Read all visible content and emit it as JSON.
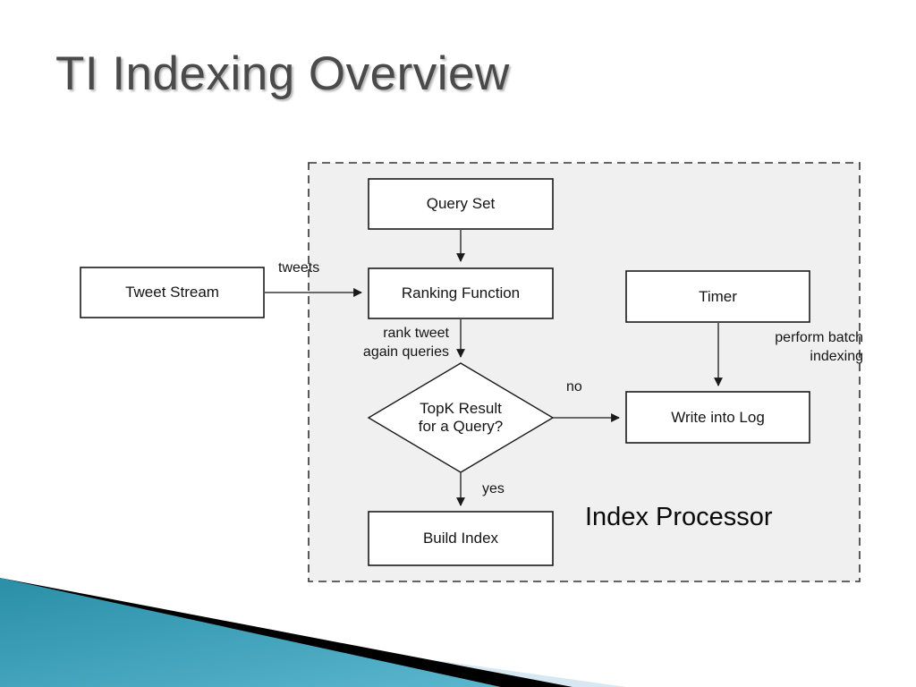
{
  "slide": {
    "title": "TI Indexing Overview",
    "title_color": "#4a4a4a",
    "background_color": "#ffffff"
  },
  "diagram": {
    "group": {
      "caption": "Index Processor",
      "fill_color": "#f0f0f0",
      "border_style": "dashed"
    },
    "nodes": [
      {
        "id": "tweet-stream",
        "label": "Tweet Stream",
        "shape": "rect"
      },
      {
        "id": "query-set",
        "label": "Query Set",
        "shape": "rect"
      },
      {
        "id": "ranking-function",
        "label": "Ranking Function",
        "shape": "rect"
      },
      {
        "id": "topk-decision",
        "label": "TopK Result\nfor a Query?",
        "shape": "diamond"
      },
      {
        "id": "build-index",
        "label": "Build Index",
        "shape": "rect"
      },
      {
        "id": "timer",
        "label": "Timer",
        "shape": "rect"
      },
      {
        "id": "write-into-log",
        "label": "Write into Log",
        "shape": "rect"
      }
    ],
    "edges": [
      {
        "id": "tweets",
        "from": "tweet-stream",
        "to": "ranking-function",
        "label": "tweets"
      },
      {
        "id": "queryset-rank",
        "from": "query-set",
        "to": "ranking-function",
        "label": ""
      },
      {
        "id": "rank-topk",
        "from": "ranking-function",
        "to": "topk-decision",
        "label": "rank tweet\nagain queries"
      },
      {
        "id": "topk-no",
        "from": "topk-decision",
        "to": "write-into-log",
        "label": "no"
      },
      {
        "id": "topk-yes",
        "from": "topk-decision",
        "to": "build-index",
        "label": "yes"
      },
      {
        "id": "timer-log",
        "from": "timer",
        "to": "write-into-log",
        "label": "perform batch\nindexing"
      }
    ]
  },
  "decoration": {
    "name": "corner-ribbon",
    "teal_color": "#2389a6",
    "teal_color_light": "#4aa8c0",
    "black_color": "#000000",
    "pale_blue_color": "#d7e8f2"
  }
}
